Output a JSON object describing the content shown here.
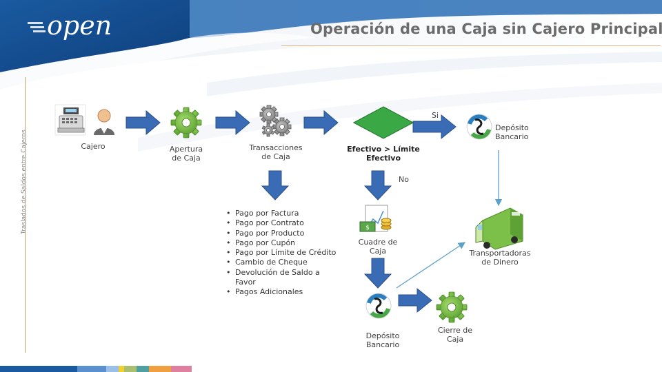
{
  "header": {
    "logo_text": "open",
    "title": "Operación de una Caja sin Cajero Principal"
  },
  "sidebar": {
    "vertical_text": "Traslados de Saldos entre Cajeros"
  },
  "diagram": {
    "nodes": {
      "cajero": "Cajero",
      "apertura_line1": "Apertura",
      "apertura_line2": "de Caja",
      "transacciones_line1": "Transacciones",
      "transacciones_line2": "de Caja",
      "decision_line1": "Efectivo > Límite",
      "decision_line2": "Efectivo",
      "deposito_top_line1": "Depósito",
      "deposito_top_line2": "Bancario",
      "cuadre_line1": "Cuadre de",
      "cuadre_line2": "Caja",
      "transportadoras_line1": "Transportadoras",
      "transportadoras_line2": "de Dinero",
      "deposito_bottom_line1": "Depósito",
      "deposito_bottom_line2": "Bancario",
      "cierre_line1": "Cierre de",
      "cierre_line2": "Caja"
    },
    "branch_yes": "Si",
    "branch_no": "No",
    "transactions": [
      "Pago por Factura",
      "Pago por Contrato",
      "Pago por Producto",
      "Pago por Cupón",
      "Pago por Límite de Crédito",
      "Cambio de Cheque",
      "Devolución de Saldo a Favor",
      "Pagos Adicionales"
    ]
  },
  "colors": {
    "arrow_fill": "#3a6bb5",
    "gear": "#7cc04a",
    "decision": "#3aa844",
    "title": "#6b6b6b"
  },
  "icons": [
    "cash-register-icon",
    "person-icon",
    "gear-icon",
    "gears-icon",
    "bank-deposit-icon",
    "delivery-truck-icon",
    "money-chart-icon"
  ]
}
